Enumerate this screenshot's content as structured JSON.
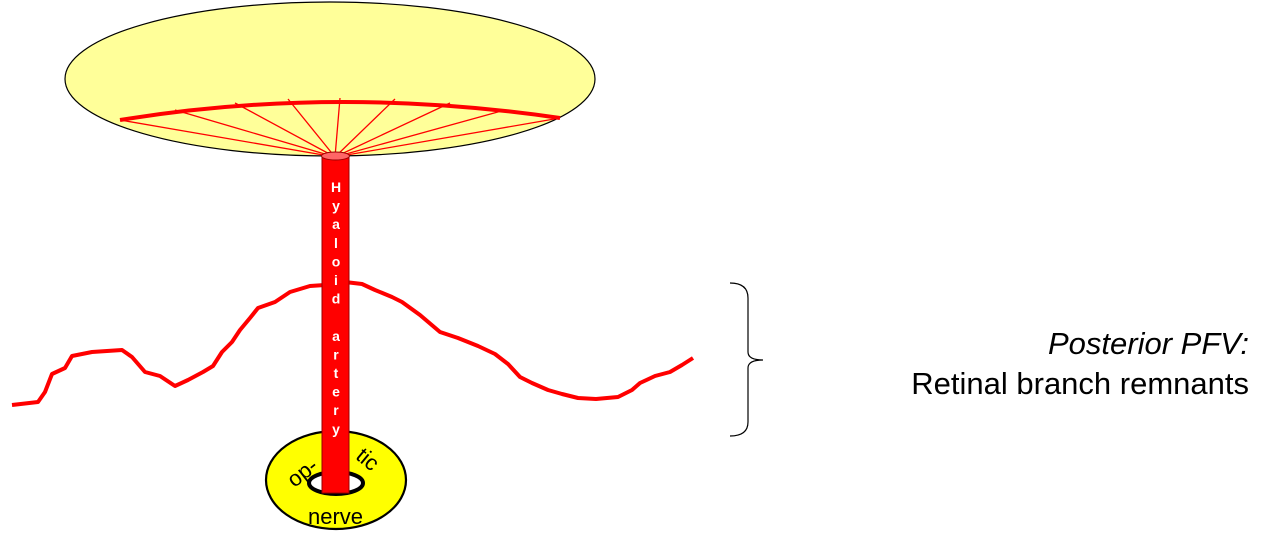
{
  "artery_label": "Hyaloid artery",
  "nerve": {
    "left_text": "op-",
    "right_text": "tic",
    "bottom_text": "nerve"
  },
  "caption": {
    "title": "Posterior PFV:",
    "subtitle": "Retinal branch remnants"
  },
  "colors": {
    "lens_fill": "#ffff99",
    "vessel": "#ff0000",
    "nerve_fill": "#ffff00",
    "outline": "#000000"
  }
}
